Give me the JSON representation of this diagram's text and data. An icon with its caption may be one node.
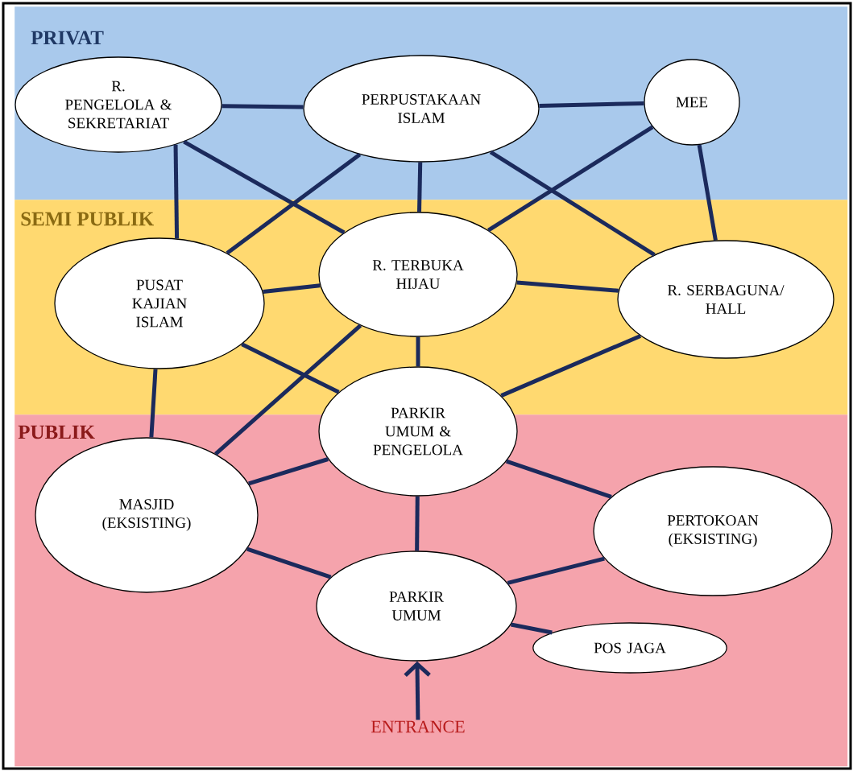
{
  "diagram": {
    "nodes": [
      {
        "text": [
          "PRIVAT"
        ]
      },
      {
        "text": [
          "SEMI PUBLIK"
        ]
      },
      {
        "text": [
          "PUBLIK"
        ]
      },
      {
        "text": [
          "R. PENGELOLA & SEKRETARIAT"
        ],
        "in": 0
      },
      {
        "text": [
          "PERPUSTAKAAN ISLAM"
        ],
        "in": 0
      },
      {
        "text": [
          "MEE"
        ],
        "in": 0
      },
      {
        "text": [
          "PUSAT KAJIAN ISLAM"
        ],
        "in": 1
      },
      {
        "text": [
          "R. TERBUKA HIJAU"
        ],
        "in": 1
      },
      {
        "text": [
          "R. SERBAGUNA/ HALL"
        ],
        "in": 1
      },
      {
        "text": [
          "PARKIR UMUM & PENGELOLA"
        ]
      },
      {
        "text": [
          "MASJID (EKSISTING)"
        ],
        "in": 2
      },
      {
        "text": [
          "PERTOKOAN (EKSISTING)"
        ],
        "in": 2
      },
      {
        "text": [
          "PARKIR UMUM"
        ],
        "in": 2
      },
      {
        "text": [
          "POS JAGA"
        ],
        "in": 2
      },
      {
        "text": [
          "ENTRANCE"
        ],
        "in": 2
      }
    ],
    "edges": [
      {
        "from": 3,
        "to": 4,
        "arrow": "none"
      },
      {
        "from": 4,
        "to": 5,
        "arrow": "none"
      },
      {
        "from": 3,
        "to": 6,
        "arrow": "none"
      },
      {
        "from": 3,
        "to": 7,
        "arrow": "none"
      },
      {
        "from": 4,
        "to": 6,
        "arrow": "none"
      },
      {
        "from": 4,
        "to": 7,
        "arrow": "none"
      },
      {
        "from": 4,
        "to": 8,
        "arrow": "none"
      },
      {
        "from": 5,
        "to": 7,
        "arrow": "none"
      },
      {
        "from": 5,
        "to": 8,
        "arrow": "none"
      },
      {
        "from": 6,
        "to": 7,
        "arrow": "none"
      },
      {
        "from": 7,
        "to": 8,
        "arrow": "none"
      },
      {
        "from": 6,
        "to": 9,
        "arrow": "none"
      },
      {
        "from": 6,
        "to": 10,
        "arrow": "none"
      },
      {
        "from": 7,
        "to": 10,
        "arrow": "none"
      },
      {
        "from": 7,
        "to": 9,
        "arrow": "none"
      },
      {
        "from": 8,
        "to": 9,
        "arrow": "none"
      },
      {
        "from": 9,
        "to": 10,
        "arrow": "none"
      },
      {
        "from": 9,
        "to": 11,
        "arrow": "none"
      },
      {
        "from": 9,
        "to": 12,
        "arrow": "none"
      },
      {
        "from": 10,
        "to": 12,
        "arrow": "none"
      },
      {
        "from": 11,
        "to": 12,
        "arrow": "none"
      },
      {
        "from": 12,
        "to": 13,
        "arrow": "none"
      },
      {
        "from": 14,
        "to": 12,
        "arrow": "to"
      }
    ]
  }
}
